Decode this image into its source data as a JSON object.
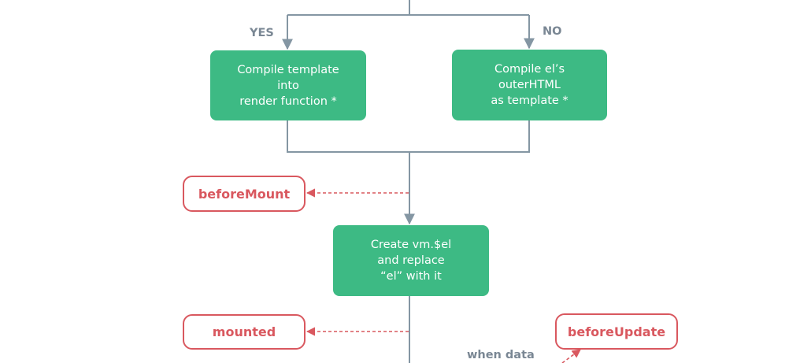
{
  "branches": {
    "yes": "YES",
    "no": "NO"
  },
  "boxes": {
    "compile_template": [
      "Compile template",
      "into",
      "render function *"
    ],
    "compile_el": [
      "Compile el’s",
      "outerHTML",
      "as template *"
    ],
    "create_vm": [
      "Create vm.$el",
      "and replace",
      "“el” with it"
    ]
  },
  "hooks": {
    "before_mount": "beforeMount",
    "mounted": "mounted",
    "before_update": "beforeUpdate"
  },
  "annotations": {
    "when_data": "when data"
  },
  "colors": {
    "process": "#3dba84",
    "hook": "#d9585f",
    "line": "#8496a3",
    "label": "#7a8794"
  }
}
